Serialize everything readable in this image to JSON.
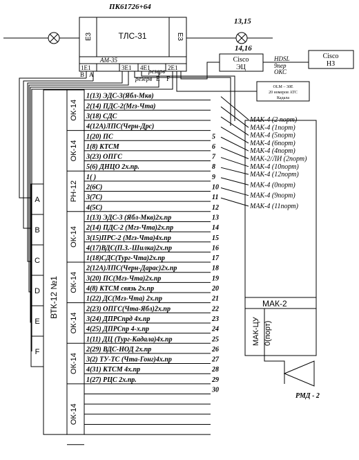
{
  "header_label": "ПК61726+64",
  "tls": {
    "name": "ТЛС-31",
    "side_left": "Е3",
    "side_right": "Е3",
    "sub": "АМ-35"
  },
  "ports": {
    "p1": "1Е1",
    "p3": "3Е1",
    "p4": "4Е1",
    "p2": "2Е1"
  },
  "reserve_left": "резерв",
  "reserve_right": "резерв",
  "letters_top": {
    "b": "B",
    "a": "A",
    "e": "E",
    "f": "F"
  },
  "right_line_top": "13,15",
  "right_line_bottom": "14,16",
  "cisco_ec": {
    "l1": "Cisco",
    "l2": "ЭЦ"
  },
  "hdsl": {
    "l1": "HDSL",
    "l2": "9пер",
    "l3": "ОКС"
  },
  "cisco_nz": {
    "l1": "Cisco",
    "l2": "НЗ"
  },
  "olm": {
    "l1": "ОLМ – 30Е",
    "l2": "20 номеров АТС",
    "l3": "Кадала"
  },
  "vtk": "ВТК-12 №1",
  "abc": [
    "A",
    "B",
    "C",
    "D",
    "E",
    "F"
  ],
  "groups": [
    {
      "label": "ОК-14",
      "rows": 4
    },
    {
      "label": "ОК-14",
      "rows": 4
    },
    {
      "label": "РН-12",
      "rows": 4
    },
    {
      "label": "ОК-14",
      "rows": 5
    },
    {
      "label": "ОК-14",
      "rows": 4
    },
    {
      "label": "ОК-14",
      "rows": 4
    },
    {
      "label": "ОК-14",
      "rows": 4
    },
    {
      "label": "ОК-14",
      "rows": 6
    }
  ],
  "rows": [
    {
      "text": "1(13)  ЭДС-3(Ябл-Мкв)",
      "num": ""
    },
    {
      "text": "2(14)  ПДС-2(Мгз-Чта)",
      "num": ""
    },
    {
      "text": "3(18)    СДС",
      "num": ""
    },
    {
      "text": "4(12А)ЛПС(Черн-Дрс)",
      "num": ""
    },
    {
      "text": "1(20)    ПС",
      "num": "5"
    },
    {
      "text": "1(8)     КТСМ",
      "num": "6"
    },
    {
      "text": "3(23)    ОПГС",
      "num": "7"
    },
    {
      "text": "5(6)   ДНЦО 2х.пр.",
      "num": "8"
    },
    {
      "text": "1(  )",
      "num": "9"
    },
    {
      "text": "2(6С)",
      "num": "10"
    },
    {
      "text": "3(7С)",
      "num": "11"
    },
    {
      "text": "4(5С)",
      "num": "12"
    },
    {
      "text": "1(13) ЭДС-3 (Ябл-Мкв)2х.пр",
      "num": "13"
    },
    {
      "text": "2(14) ПДС-2 (Мгз-Чта)2х.пр",
      "num": "14"
    },
    {
      "text": "3(15)ПРС-2 (Мгз-Чта)4х.пр",
      "num": "15"
    },
    {
      "text": "4(17)ВДС(П.З.-Шилка)2х.пр",
      "num": "16"
    },
    {
      "text": "1(18)СДС(Тург-Чта)2х.пр",
      "num": "17"
    },
    {
      "text": "2(12А)ЛПС(Черн-Дарас)2х.пр",
      "num": "18"
    },
    {
      "text": "3(20)  ПС(Мгз-Чта)2х.пр",
      "num": "19"
    },
    {
      "text": "4(8)    КТСМ связь 2х.пр",
      "num": "20"
    },
    {
      "text": "1(22)  ДС(Мгз-Чта) 2х.пр",
      "num": "21"
    },
    {
      "text": "2(23) ОПГС(Чта-Ябл)2х.пр",
      "num": "22"
    },
    {
      "text": "3(24)  ДПРСпрд 4х.пр",
      "num": "23"
    },
    {
      "text": "4(25)  ДПРСпр 4-х.пр",
      "num": "24"
    },
    {
      "text": "1(11) ДЦ (Тург-Кадала)4х.пр",
      "num": "25"
    },
    {
      "text": "2(29)  ВДС-НОД 2х.пр",
      "num": "26"
    },
    {
      "text": "3(2)   ТУ-ТС (Чта-Гонг)4х.пр",
      "num": "27"
    },
    {
      "text": "4(31) КТСМ 4х.пр",
      "num": "28"
    },
    {
      "text": "1(27)  РЦС 2х.пр.",
      "num": "29"
    },
    {
      "text": "",
      "num": "30"
    }
  ],
  "mak": [
    "МАК-4 (2 порт)",
    "МАК-4 (1порт)",
    "МАК-4 (5порт)",
    "МАК-4 (6порт)",
    "МАК-4 (4порт)",
    "МАК-2/ЛИ (2порт)",
    "МАК-4 (10порт)",
    "МАК-4 (12порт)",
    "МАК-4 (0порт)",
    "МАК-4 (9порт)",
    "МАК-4 (11порт)"
  ],
  "mak2": "МАК-2",
  "makcu": "МАК-ЦУ",
  "port0": "0(порт)",
  "rmd": "РМД - 2"
}
